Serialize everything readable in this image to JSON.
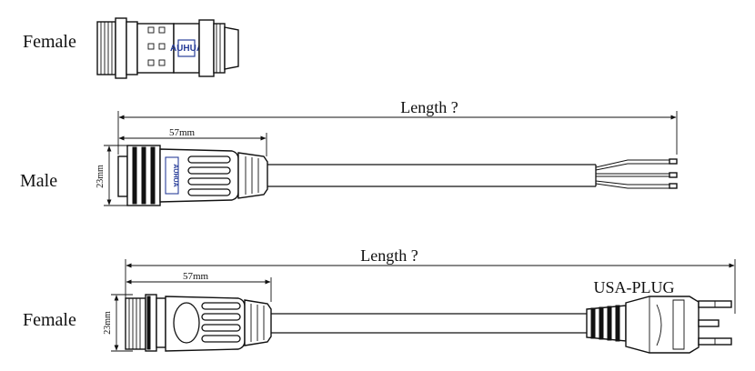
{
  "labels": {
    "female_top": "Female",
    "male": "Male",
    "female_bottom": "Female"
  },
  "dimensions": {
    "length_male": "Length ?",
    "length_female": "Length ?",
    "connector_length_male": "57mm",
    "connector_length_female": "57mm",
    "diameter_male": "23mm",
    "diameter_female": "23mm"
  },
  "plug_label": "USA-PLUG",
  "logo_text": "AUHUA",
  "colors": {
    "ink": "#111111",
    "logo_blue": "#2a3f9a"
  }
}
